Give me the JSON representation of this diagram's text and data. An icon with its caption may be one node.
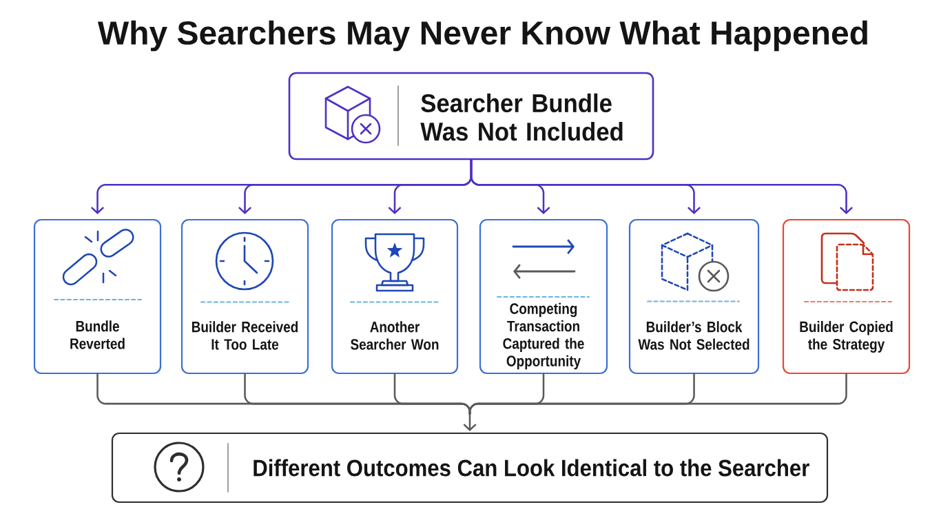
{
  "diagram": {
    "title": "Why Searchers May Never Know What Happened",
    "nodes": [
      {
        "text": [
          "Searcher Bundle Was Not Included"
        ]
      },
      {
        "text": [
          "Bundle Reverted"
        ]
      },
      {
        "text": [
          "Builder Received It Too Late"
        ]
      },
      {
        "text": [
          "Another Searcher Won"
        ]
      },
      {
        "text": [
          "Competing Transaction Captured the Opportunity"
        ]
      },
      {
        "text": [
          "Builder’s Block Was Not Selected"
        ]
      },
      {
        "text": [
          "Builder Copied the Strategy"
        ]
      },
      {
        "text": [
          "Different Outcomes Can Look Identical to the Searcher"
        ]
      }
    ],
    "edges": [
      {
        "from": 0,
        "to": 1,
        "arrow": "to",
        "color": "#4f2fc4"
      },
      {
        "from": 0,
        "to": 2,
        "arrow": "to",
        "color": "#4f2fc4"
      },
      {
        "from": 0,
        "to": 3,
        "arrow": "to",
        "color": "#4f2fc4"
      },
      {
        "from": 0,
        "to": 4,
        "arrow": "to",
        "color": "#4f2fc4"
      },
      {
        "from": 0,
        "to": 5,
        "arrow": "to",
        "color": "#4f2fc4"
      },
      {
        "from": 0,
        "to": 6,
        "arrow": "to",
        "color": "#4f2fc4"
      },
      {
        "from": 1,
        "to": 7,
        "arrow": "to",
        "color": "#595959"
      },
      {
        "from": 2,
        "to": 7,
        "arrow": "to",
        "color": "#595959"
      },
      {
        "from": 3,
        "to": 7,
        "arrow": "to",
        "color": "#595959"
      },
      {
        "from": 4,
        "to": 7,
        "arrow": "to",
        "color": "#595959"
      },
      {
        "from": 5,
        "to": 7,
        "arrow": "to",
        "color": "#595959"
      },
      {
        "from": 6,
        "to": 7,
        "arrow": "to",
        "color": "#595959"
      }
    ]
  }
}
